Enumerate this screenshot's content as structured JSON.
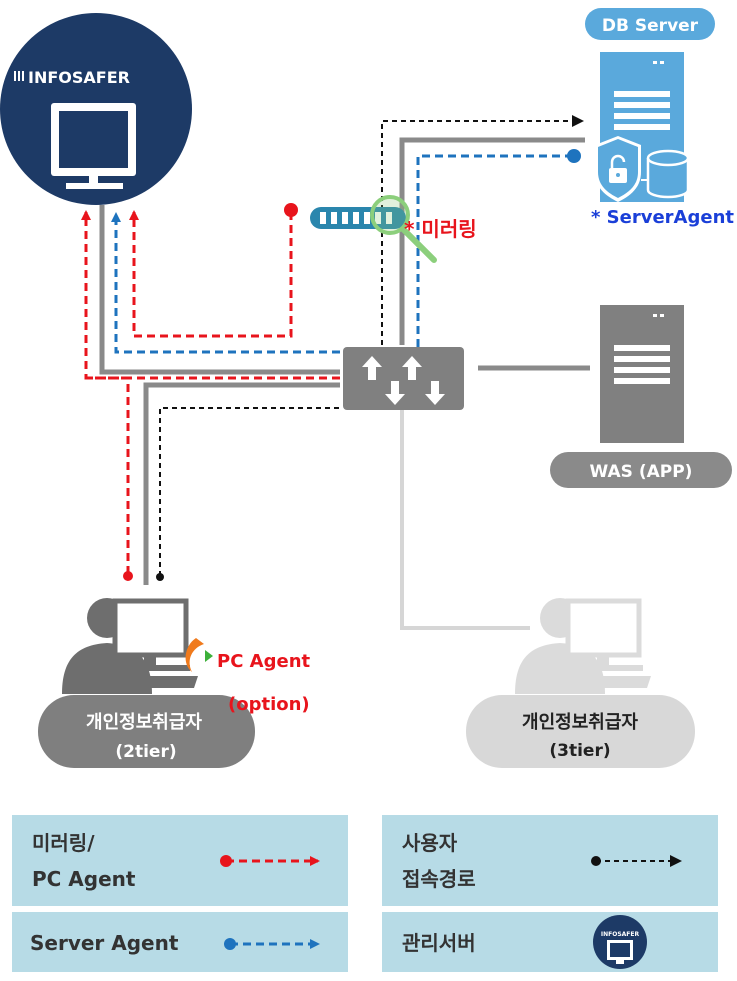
{
  "logo": {
    "text": "INFOSAFER"
  },
  "db": {
    "label": "DB Server",
    "agent_label": "* ServerAgent"
  },
  "mirroring": {
    "label": "* 미러링"
  },
  "was": {
    "label": "WAS (APP)"
  },
  "pc_agent": {
    "line1": "PC Agent",
    "line2": "(option)"
  },
  "user_2tier": {
    "line1": "개인정보취급자",
    "line2": "(2tier)"
  },
  "user_3tier": {
    "line1": "개인정보취급자",
    "line2": "(3tier)"
  },
  "legend": {
    "mirror_line1": "미러링/",
    "mirror_line2": "PC Agent",
    "server_agent": "Server Agent",
    "user_line1": "사용자",
    "user_line2": "접속경로",
    "manager": "관리서버",
    "manager_logo": "INFOSAFER"
  },
  "colors": {
    "mirror": "#e8141c",
    "server_agent": "#1e73be",
    "user_path": "#111111",
    "navy": "#1d3a66",
    "gray": "#8a8a8a",
    "light_blue": "#b7dbe6",
    "db_blue": "#5aa9dc"
  }
}
